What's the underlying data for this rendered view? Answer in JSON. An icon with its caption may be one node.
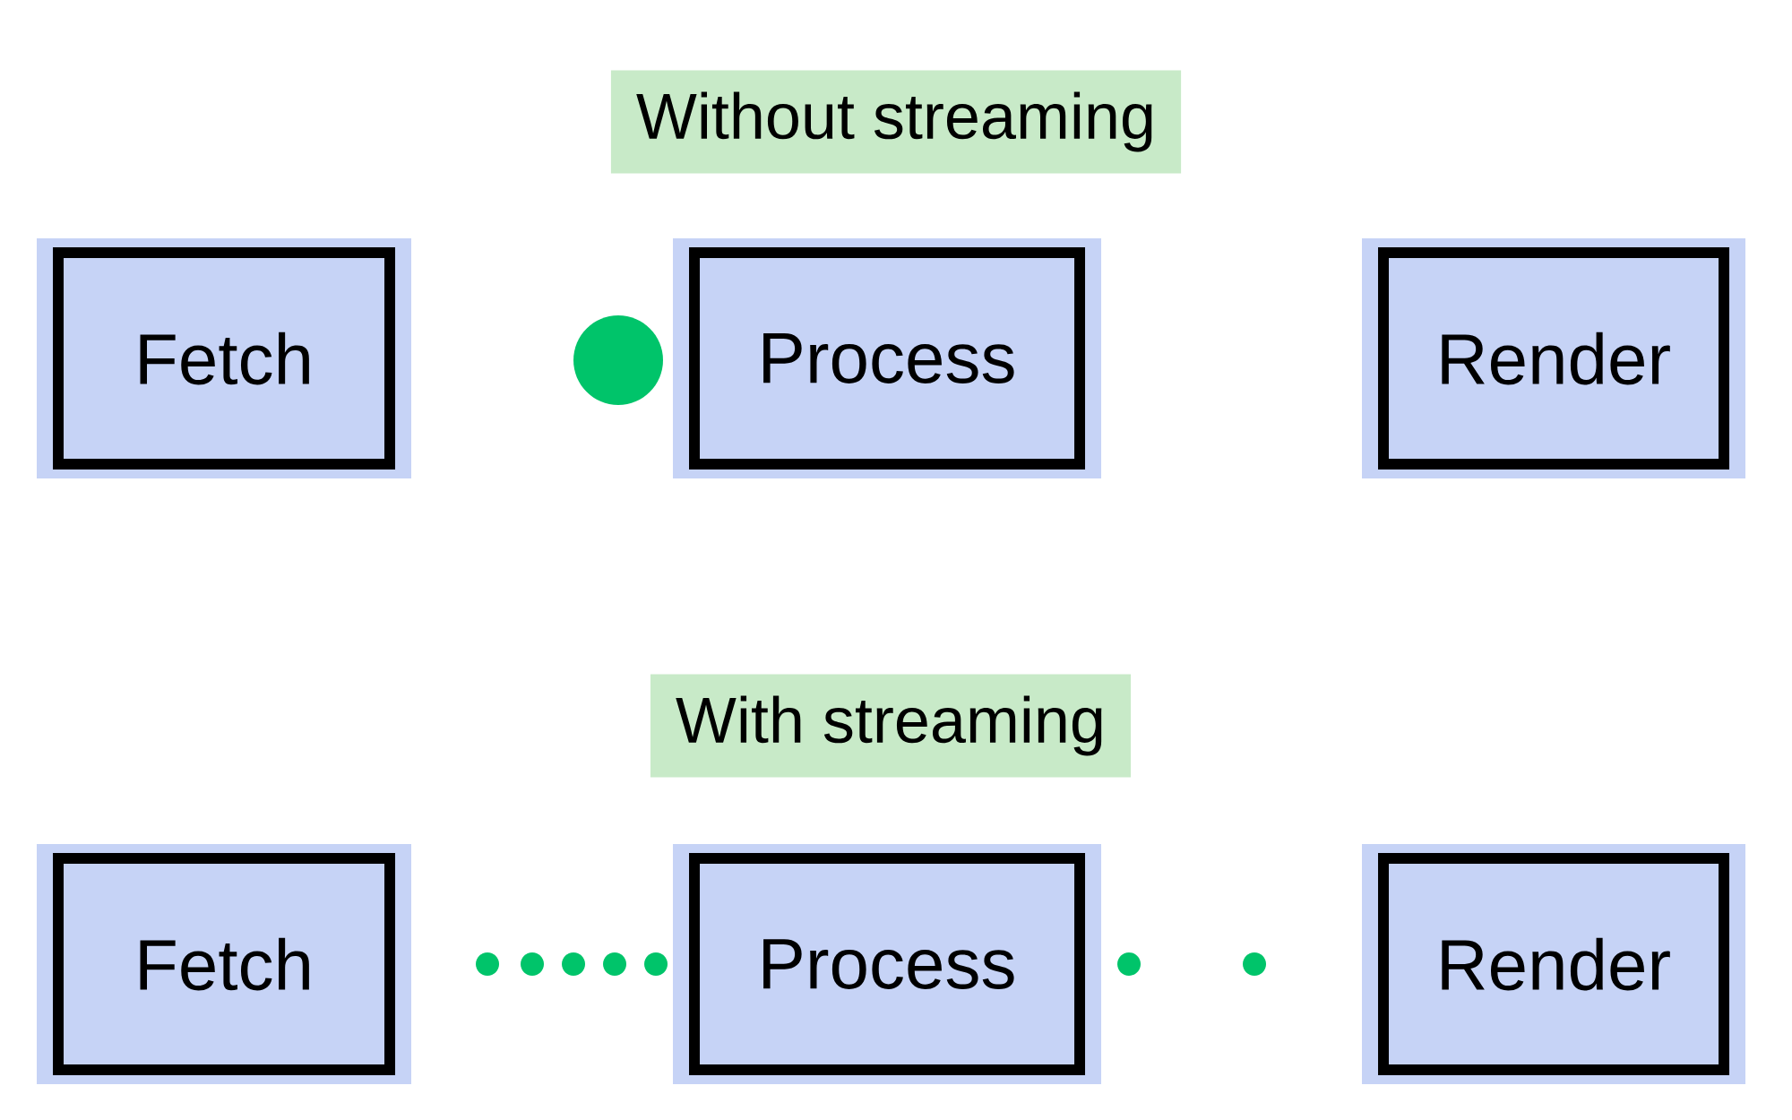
{
  "diagram": {
    "nodes": [
      {
        "text": [
          "Fetch"
        ]
      },
      {
        "text": [
          "Process"
        ]
      },
      {
        "text": [
          "Render"
        ]
      },
      {
        "text": [
          "Fetch"
        ]
      },
      {
        "text": [
          "Process"
        ]
      },
      {
        "text": [
          "Render"
        ]
      }
    ],
    "labels": [
      "Without streaming",
      "With streaming"
    ]
  }
}
